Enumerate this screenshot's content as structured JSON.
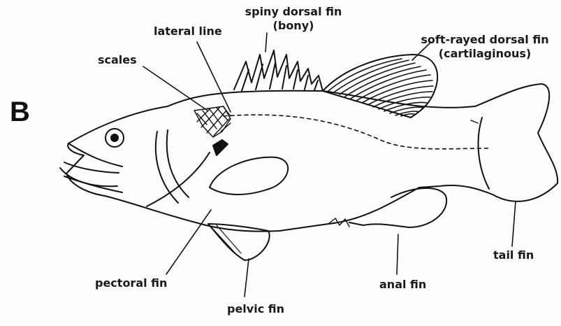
{
  "panel_letter": "B",
  "labels": {
    "spiny_dorsal": "spiny dorsal fin",
    "spiny_dorsal_sub": "(bony)",
    "soft_dorsal": "soft-rayed dorsal fin",
    "soft_dorsal_sub": "(cartilaginous)",
    "lateral_line": "lateral line",
    "scales": "scales",
    "pectoral": "pectoral fin",
    "pelvic": "pelvic fin",
    "anal": "anal fin",
    "tail": "tail fin"
  },
  "colors": {
    "ink": "#111111",
    "background": "#fdfdfb"
  }
}
